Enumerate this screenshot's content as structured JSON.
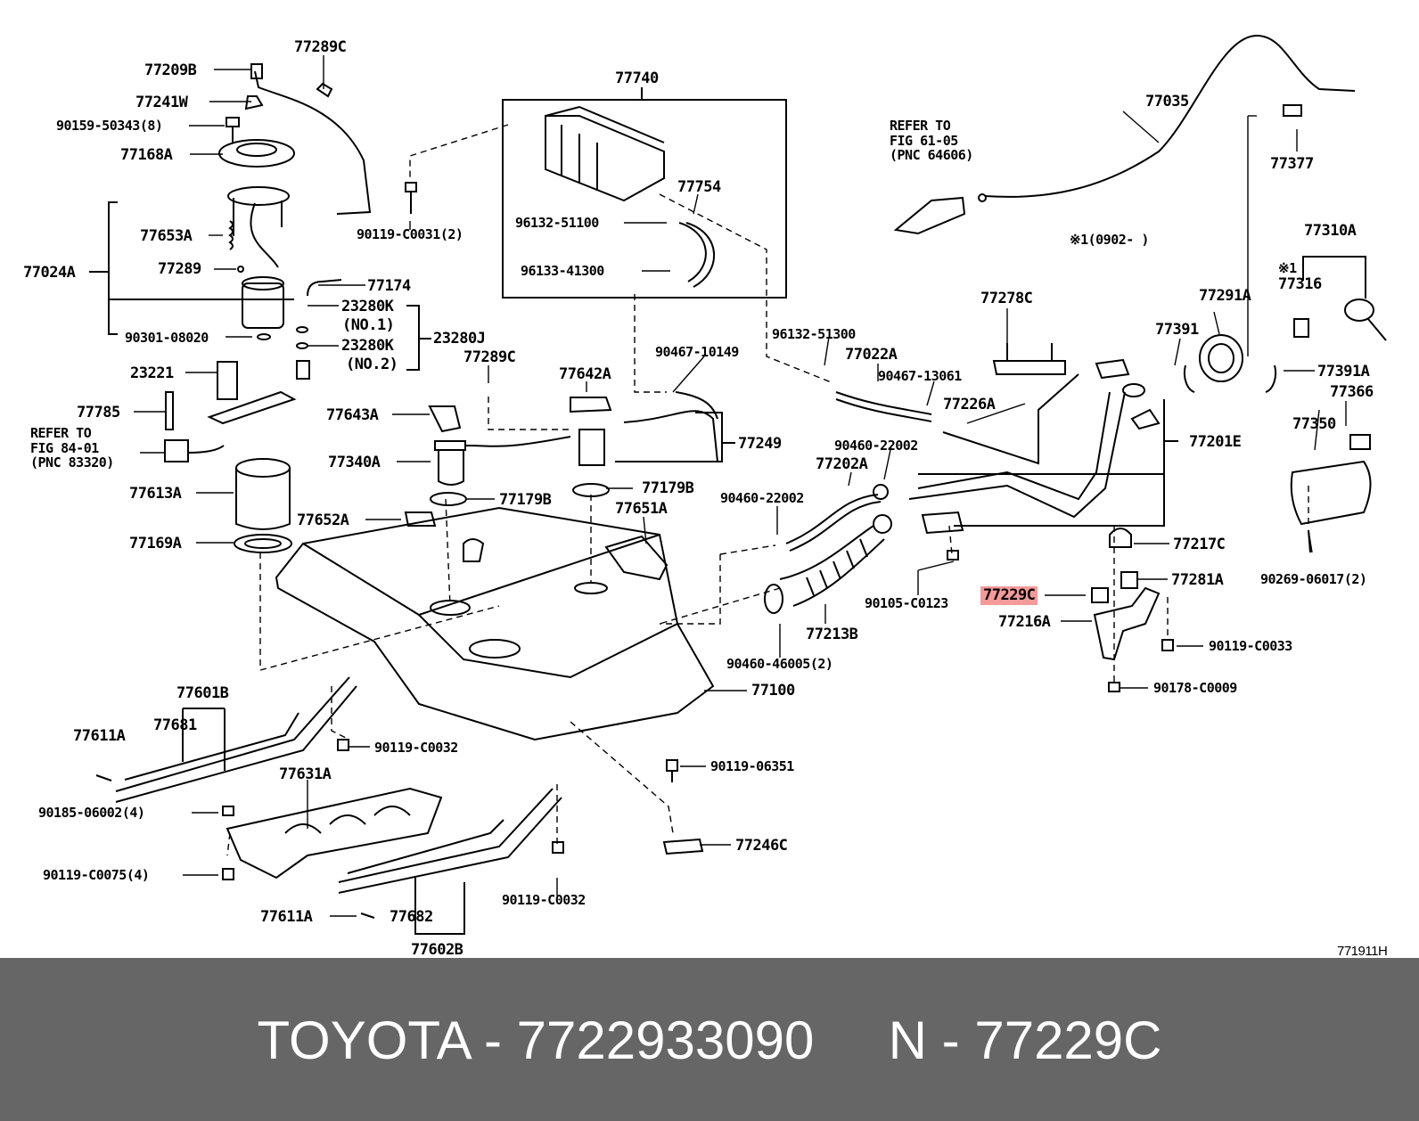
{
  "labels": {
    "p77289C_top": "77289C",
    "p77209B": "77209B",
    "p77241W": "77241W",
    "p90159": "90159-50343(8)",
    "p77168A": "77168A",
    "p77653A": "77653A",
    "p77024A": "77024A",
    "p77289": "77289",
    "p90301": "90301-08020",
    "p77174": "77174",
    "p23280K_1": "23280K",
    "no1": "(NO.1)",
    "p23280K_2": "23280K",
    "no2": "(NO.2)",
    "p23280J": "23280J",
    "p23221": "23221",
    "p77785": "77785",
    "ref84": "REFER TO\nFIG 84-01\n(PNC 83320)",
    "p77613A": "77613A",
    "p77169A": "77169A",
    "p77740": "77740",
    "p77754": "77754",
    "p96132_a": "96132-51100",
    "p96133": "96133-41300",
    "p90119_c0031": "90119-C0031(2)",
    "p77289C_mid": "77289C",
    "p77642A": "77642A",
    "p77643A": "77643A",
    "p77340A": "77340A",
    "p77179B_a": "77179B",
    "p77179B_b": "77179B",
    "p77652A": "77652A",
    "p77651A": "77651A",
    "p90467_10149": "90467-10149",
    "p77249": "77249",
    "ref61": "REFER TO\nFIG 61-05\n(PNC 64606)",
    "p77035": "77035",
    "p77377": "77377",
    "note1": "※1(0902-     )",
    "p77310A": "77310A",
    "star1": "※1",
    "p77316": "77316",
    "p77291A": "77291A",
    "p77391": "77391",
    "p77391A": "77391A",
    "p77366": "77366",
    "p77350": "77350",
    "p90269": "90269-06017(2)",
    "p77278C": "77278C",
    "p96132_b": "96132-51300",
    "p77022A": "77022A",
    "p90467_13061": "90467-13061",
    "p77226A": "77226A",
    "p77201E": "77201E",
    "p90460_22002_a": "90460-22002",
    "p77202A": "77202A",
    "p90460_22002_b": "90460-22002",
    "p77217C": "77217C",
    "p90105": "90105-C0123",
    "p77229C": "77229C",
    "p77281A": "77281A",
    "p77216A": "77216A",
    "p77213B": "77213B",
    "p90460_46005": "90460-46005(2)",
    "p90119_c0033": "90119-C0033",
    "p90178": "90178-C0009",
    "p77100": "77100",
    "p77601B": "77601B",
    "p77681": "77681",
    "p77611A_a": "77611A",
    "p90119_c0032_a": "90119-C0032",
    "p90119_06351": "90119-06351",
    "p77631A": "77631A",
    "p90185": "90185-06002(4)",
    "p77246C": "77246C",
    "p90119_c0075": "90119-C0075(4)",
    "p90119_c0032_b": "90119-C0032",
    "p77611A_b": "77611A",
    "p77682": "77682",
    "p77602B": "77602B",
    "fig_id": "771911H"
  },
  "highlight_color": "#f59a9a",
  "footer": {
    "text": "TOYOTA - 7722933090     N - 77229C",
    "background": "#666666",
    "color": "#ffffff"
  }
}
